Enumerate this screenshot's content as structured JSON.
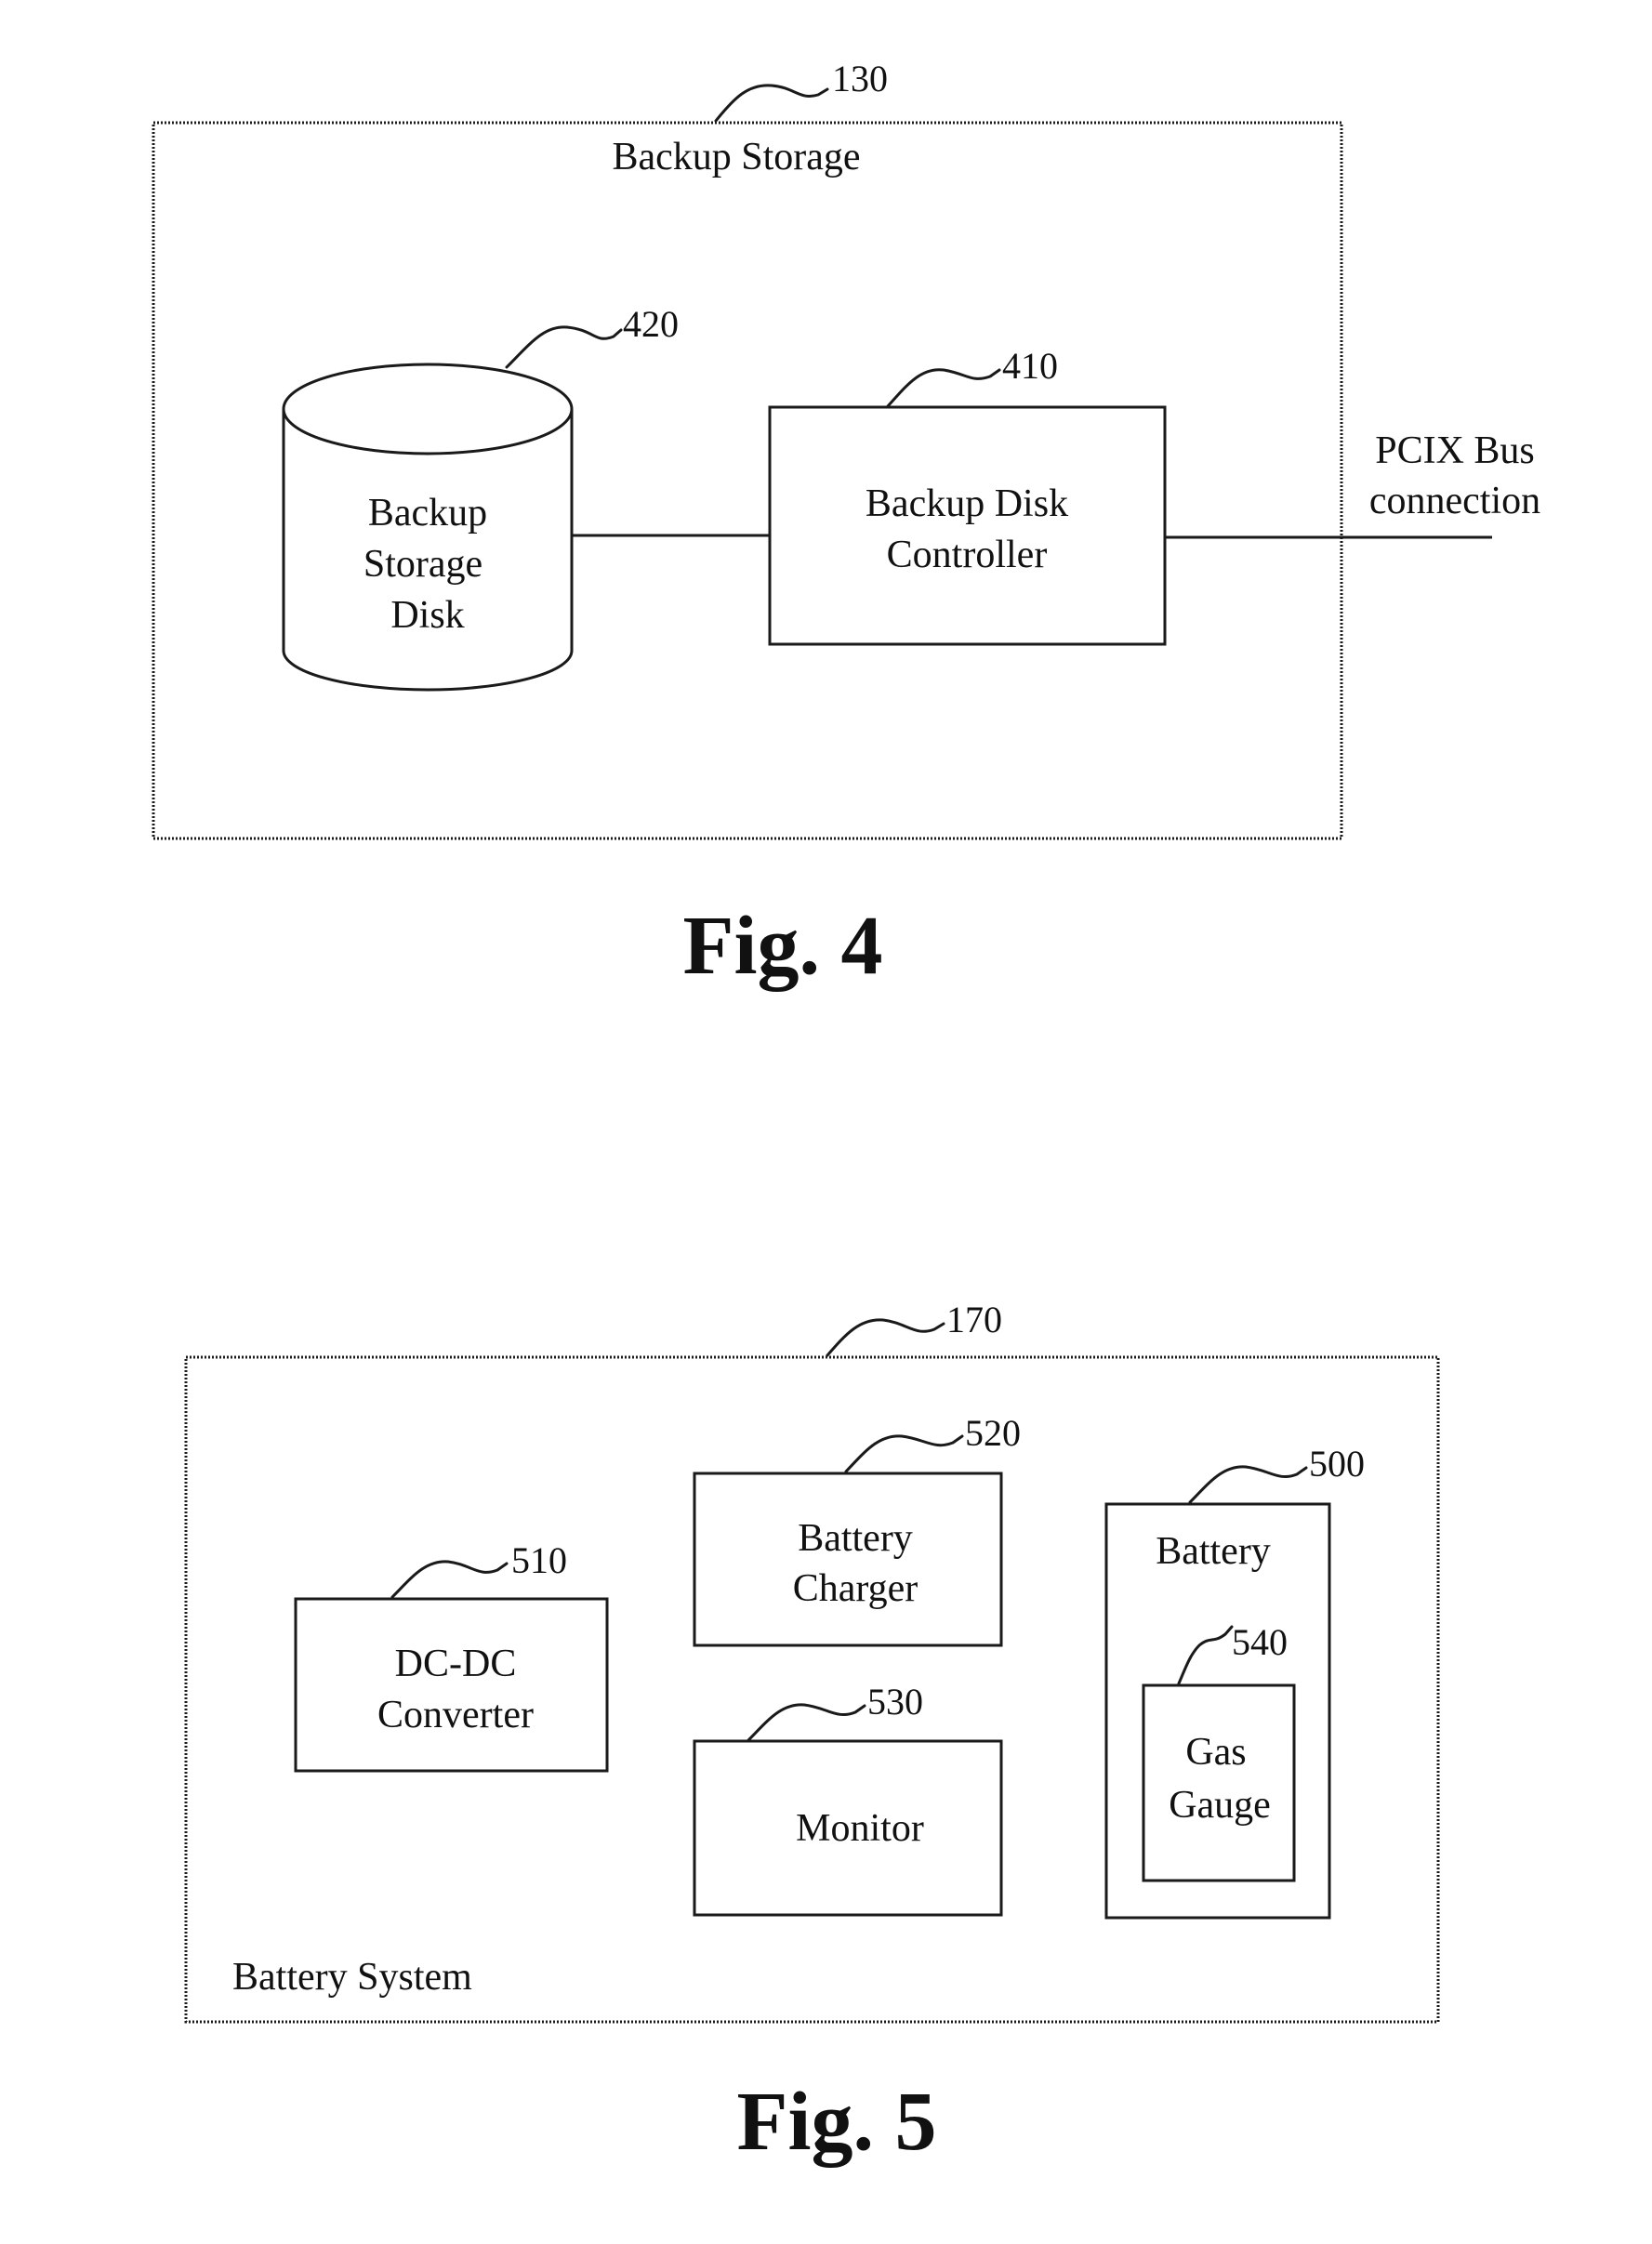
{
  "fig4": {
    "caption": "Fig. 4",
    "container": {
      "label": "Backup Storage",
      "ref": "130"
    },
    "disk": {
      "line1": "Backup",
      "line2": "Storage",
      "line3": "Disk",
      "ref": "420"
    },
    "controller": {
      "line1": "Backup Disk",
      "line2": "Controller",
      "ref": "410"
    },
    "bus": {
      "line1": "PCIX Bus",
      "line2": "connection"
    }
  },
  "fig5": {
    "caption": "Fig. 5",
    "container": {
      "label": "Battery System",
      "ref": "170"
    },
    "converter": {
      "line1": "DC-DC",
      "line2": "Converter",
      "ref": "510"
    },
    "charger": {
      "line1": "Battery",
      "line2": "Charger",
      "ref": "520"
    },
    "monitor": {
      "label": "Monitor",
      "ref": "530"
    },
    "battery": {
      "label": "Battery",
      "ref": "500"
    },
    "gauge": {
      "line1": "Gas",
      "line2": "Gauge",
      "ref": "540"
    }
  }
}
